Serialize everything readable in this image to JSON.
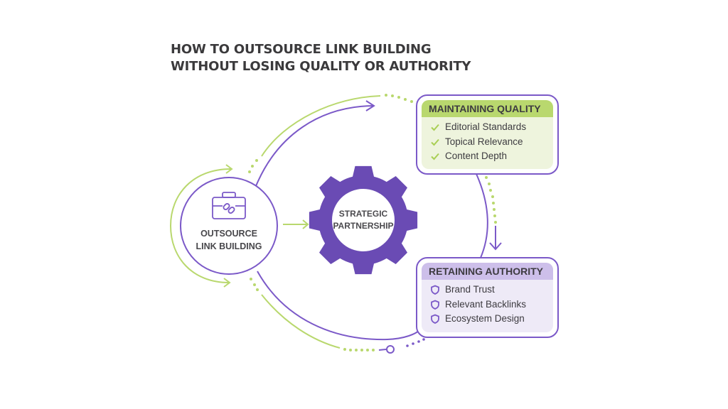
{
  "title": {
    "line1": "HOW TO OUTSOURCE LINK BUILDING",
    "line2": "WITHOUT LOSING QUALITY OR AUTHORITY"
  },
  "source_node": {
    "icon": "briefcase-link-icon",
    "line1": "OUTSOURCE",
    "line2": "LINK BUILDING"
  },
  "center_node": {
    "icon": "gear-icon",
    "line1": "STRATEGIC",
    "line2": "PARTNERSHIP"
  },
  "quality_card": {
    "heading": "MAINTAINING QUALITY",
    "item_icon": "check-icon",
    "items": [
      "Editorial Standards",
      "Topical Relevance",
      "Content Depth"
    ]
  },
  "authority_card": {
    "heading": "RETAINING AUTHORITY",
    "item_icon": "shield-icon",
    "items": [
      "Brand Trust",
      "Relevant Backlinks",
      "Ecosystem Design"
    ]
  },
  "colors": {
    "purple": "#7b59c8",
    "gear_purple": "#6a4bb4",
    "green": "#b9d86e",
    "quality_body": "#eef4dd",
    "authority_head": "#cdbfea",
    "authority_body": "#eeeaf7",
    "text": "#3b3a3c"
  }
}
